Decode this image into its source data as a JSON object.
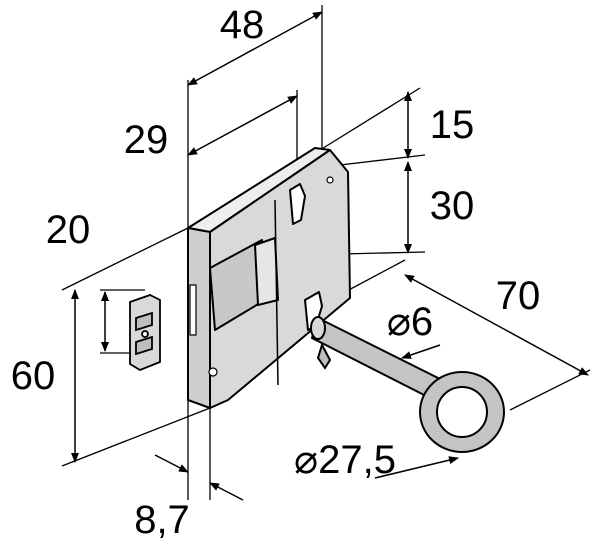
{
  "drawing": {
    "title": "Cabinet lock with key – dimensions",
    "dimensions": {
      "overall_width": "48",
      "backset": "29",
      "top_offset": "15",
      "keyhole_spacing": "30",
      "strike_height": "20",
      "height": "60",
      "key_length": "70",
      "key_shaft_diameter": "⌀6",
      "key_bow_diameter": "⌀27,5",
      "plate_thickness": "8,7"
    },
    "colors": {
      "body": "#d9d9d9",
      "shade": "#bdbdbd",
      "line": "#000000"
    }
  }
}
